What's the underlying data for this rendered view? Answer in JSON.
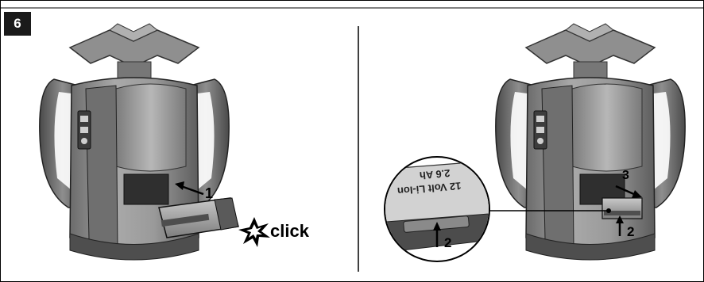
{
  "figure": {
    "step_number": "6",
    "left_panel": {
      "step_marker": "1",
      "sound_label": "click"
    },
    "right_panel": {
      "callout_marker_release": "2",
      "main_marker_release": "2",
      "main_marker_remove": "3",
      "battery_label_line1": "12 Volt Li-Ion",
      "battery_label_line2": "2.6 Ah"
    }
  }
}
